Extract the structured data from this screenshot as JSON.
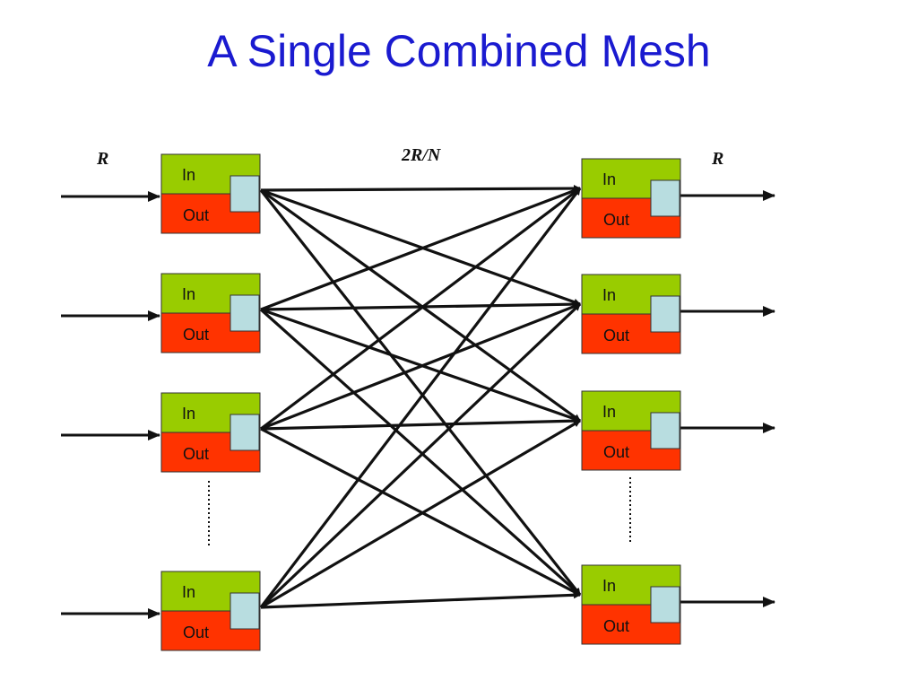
{
  "title": "A Single Combined Mesh",
  "labels": {
    "input_rate": "R",
    "mesh_rate": "2R/N",
    "output_rate": "R"
  },
  "colors": {
    "title": "#1a1ad0",
    "in_section": "#99cc00",
    "out_section": "#ff3300",
    "buffer": "#b8dde0",
    "line": "#111111"
  },
  "left_nodes": [
    {
      "in_label": "In",
      "out_label": "Out"
    },
    {
      "in_label": "In",
      "out_label": "Out"
    },
    {
      "in_label": "In",
      "out_label": "Out"
    },
    {
      "in_label": "In",
      "out_label": "Out"
    }
  ],
  "right_nodes": [
    {
      "in_label": "In",
      "out_label": "Out"
    },
    {
      "in_label": "In",
      "out_label": "Out"
    },
    {
      "in_label": "In",
      "out_label": "Out"
    },
    {
      "in_label": "In",
      "out_label": "Out"
    }
  ]
}
